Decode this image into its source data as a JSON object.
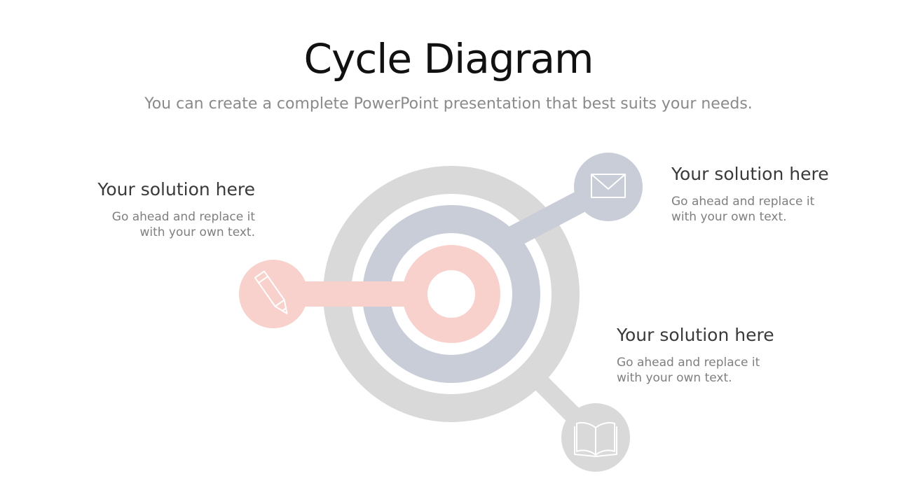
{
  "header": {
    "title": "Cycle Diagram",
    "subtitle": "You can create a complete PowerPoint presentation that best suits your needs."
  },
  "colors": {
    "outer_ring": "#d9d9d9",
    "middle_ring": "#c8cdd8",
    "inner_ring": "#f8d1cc",
    "icon_stroke": "#ffffff"
  },
  "items": [
    {
      "heading": "Your solution here",
      "text": "Go ahead and replace it\nwith your own text.",
      "icon": "pencil-icon",
      "ring": "inner"
    },
    {
      "heading": "Your solution here",
      "text": "Go ahead and replace it\nwith your own text.",
      "icon": "envelope-icon",
      "ring": "middle"
    },
    {
      "heading": "Your solution here",
      "text": "Go ahead and replace it\nwith your own text.",
      "icon": "book-icon",
      "ring": "outer"
    }
  ]
}
